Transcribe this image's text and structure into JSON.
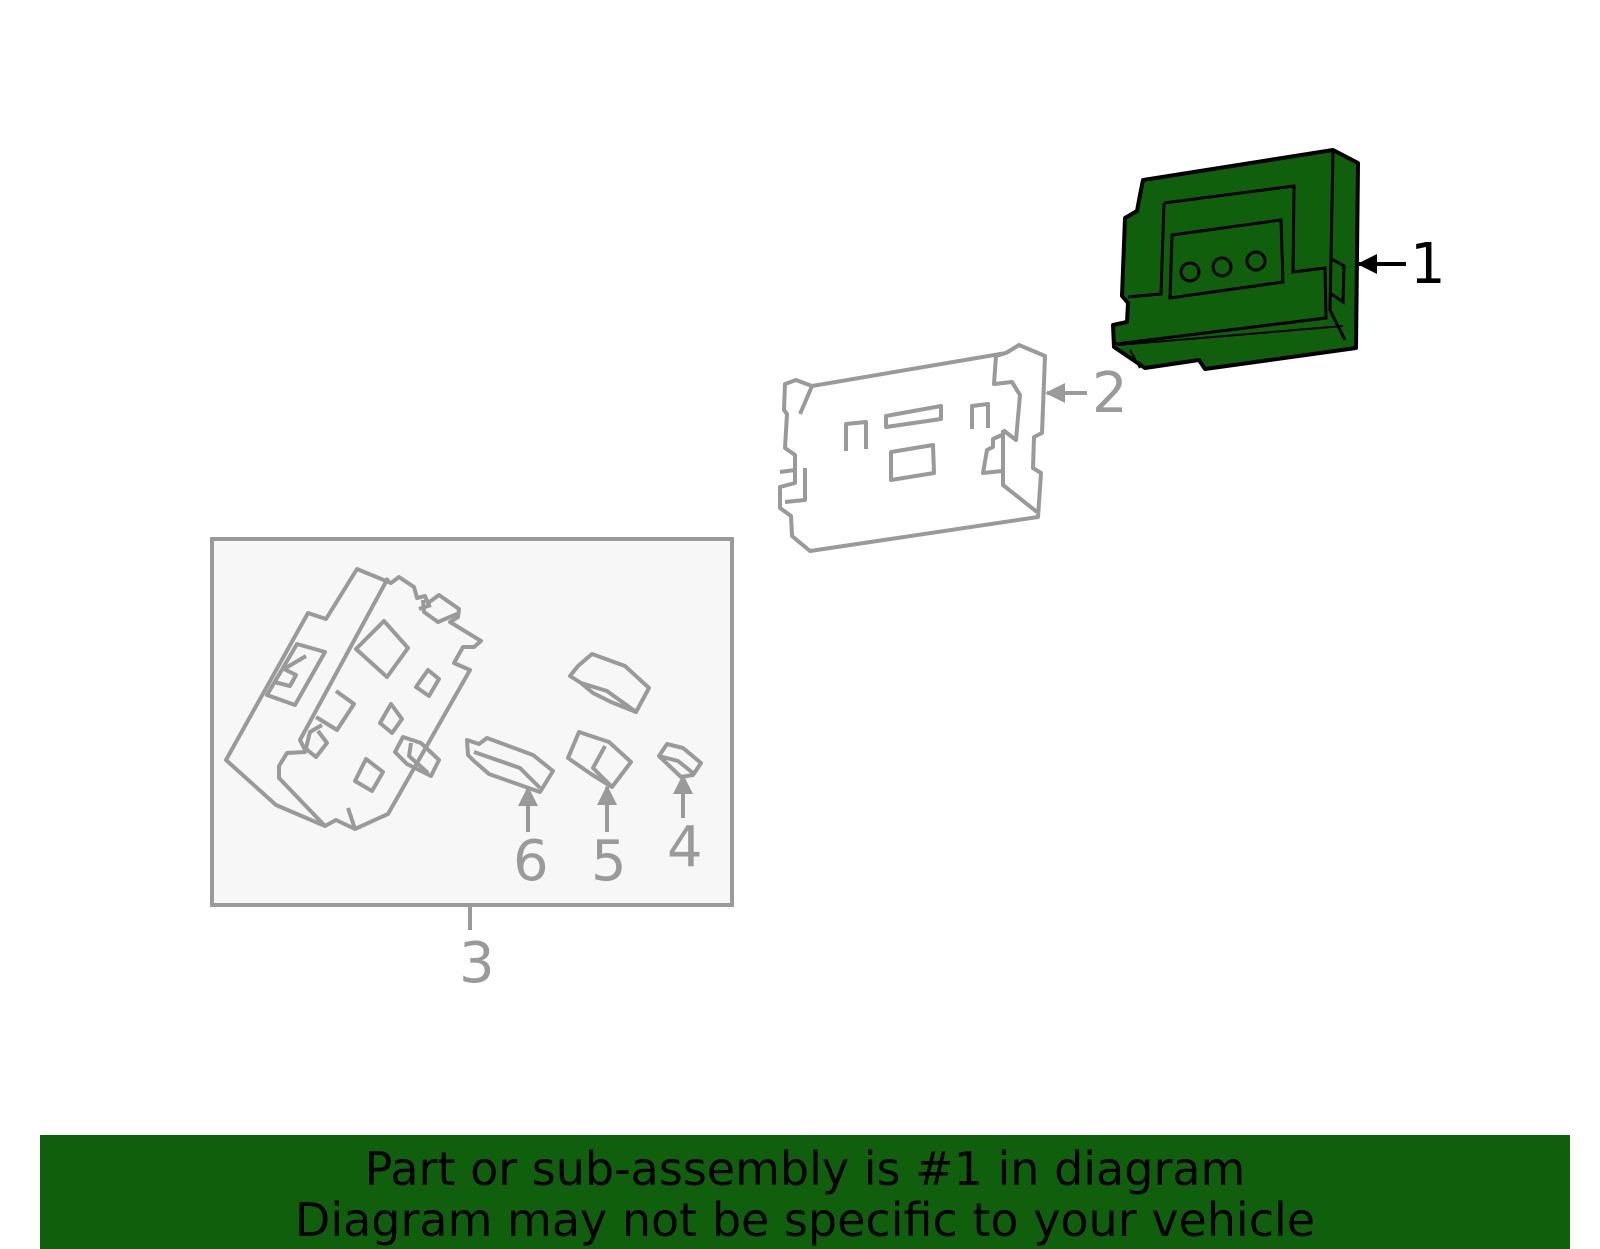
{
  "callouts": [
    {
      "id": "1",
      "label": "1",
      "highlighted": true
    },
    {
      "id": "2",
      "label": "2",
      "highlighted": false
    },
    {
      "id": "3",
      "label": "3",
      "highlighted": false
    },
    {
      "id": "4",
      "label": "4",
      "highlighted": false
    },
    {
      "id": "5",
      "label": "5",
      "highlighted": false
    },
    {
      "id": "6",
      "label": "6",
      "highlighted": false
    }
  ],
  "footer": {
    "line1": "Part or sub-assembly is #1 in diagram",
    "line2": "Diagram may not be specific to your vehicle"
  },
  "colors": {
    "highlight_fill": "#0f5f0d",
    "highlight_stroke": "#000000",
    "part_stroke": "#9a9a9a",
    "box_fill": "#f7f7f7",
    "banner": "#0f5f0d"
  }
}
